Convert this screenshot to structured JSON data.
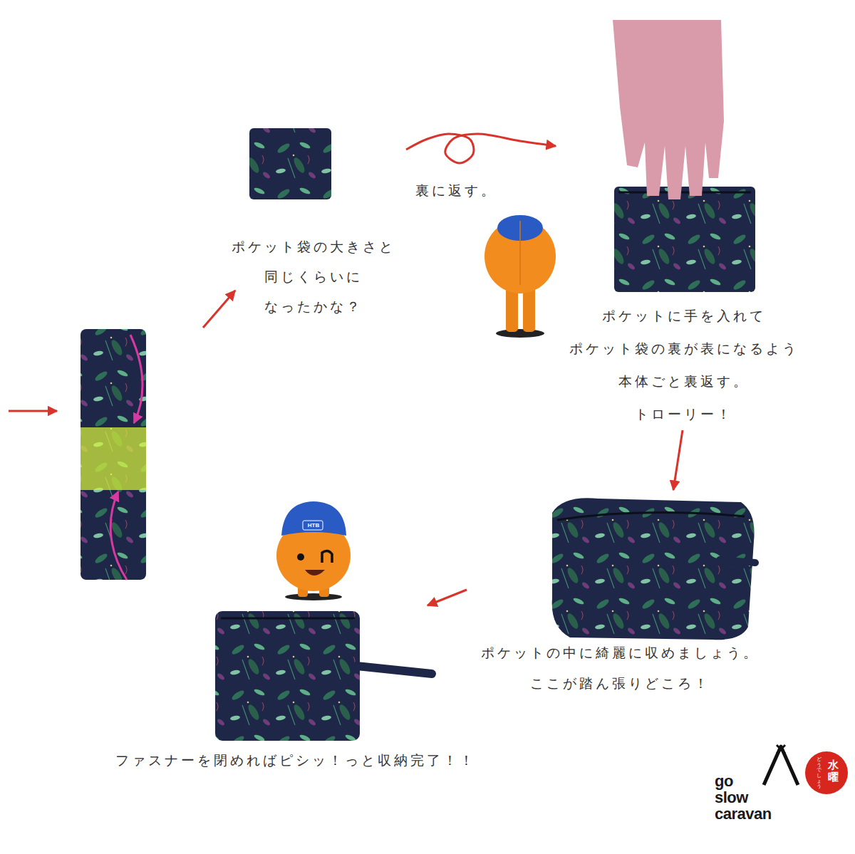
{
  "diagram": {
    "nodes": [
      {
        "text": [
          "ポケット袋の大きさと 同じくらいに なったかな？"
        ]
      },
      {
        "text": [
          "ポケットに手を入れて ポケット袋の裏が表になるよう 本体ごと裏返す。 トローリー！"
        ]
      },
      {
        "text": [
          "ポケットの中に綺麗に収めましょう。 ここが踏ん張りどころ！"
        ]
      },
      {
        "text": [
          "ファスナーを閉めればピシッ！っと収納完了！！"
        ]
      }
    ],
    "edges": [
      {
        "from": 0,
        "to": 1,
        "arrow": "to",
        "label": "裏に返す。"
      },
      {
        "from": 1,
        "to": 2,
        "arrow": "to"
      },
      {
        "from": 2,
        "to": 3,
        "arrow": "to"
      }
    ],
    "labels": [
      "HTB",
      "go slow caravan",
      "水曜",
      "どうでしょう"
    ]
  }
}
